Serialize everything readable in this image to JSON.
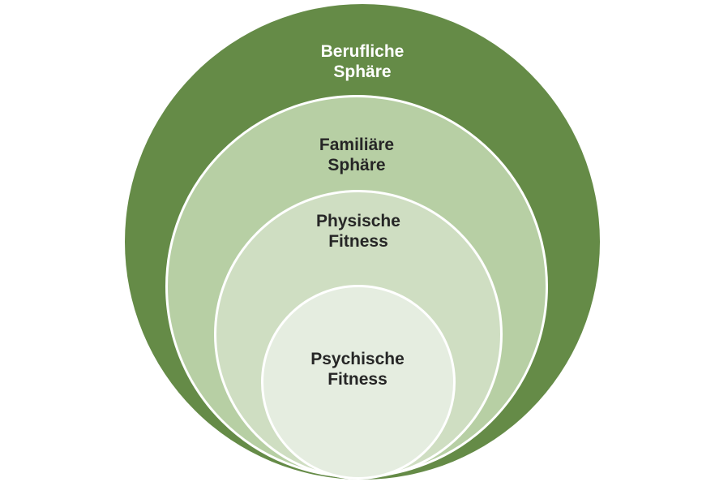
{
  "colors": {
    "outer": "#658b47",
    "second": "#b7cfa4",
    "third": "#cfdec2",
    "inner": "#e5ede0"
  },
  "circles": [
    {
      "line1": "Berufliche",
      "line2": "Sphäre"
    },
    {
      "line1": "Familiäre",
      "line2": "Sphäre"
    },
    {
      "line1": "Physische",
      "line2": "Fitness"
    },
    {
      "line1": "Psychische",
      "line2": "Fitness"
    }
  ]
}
